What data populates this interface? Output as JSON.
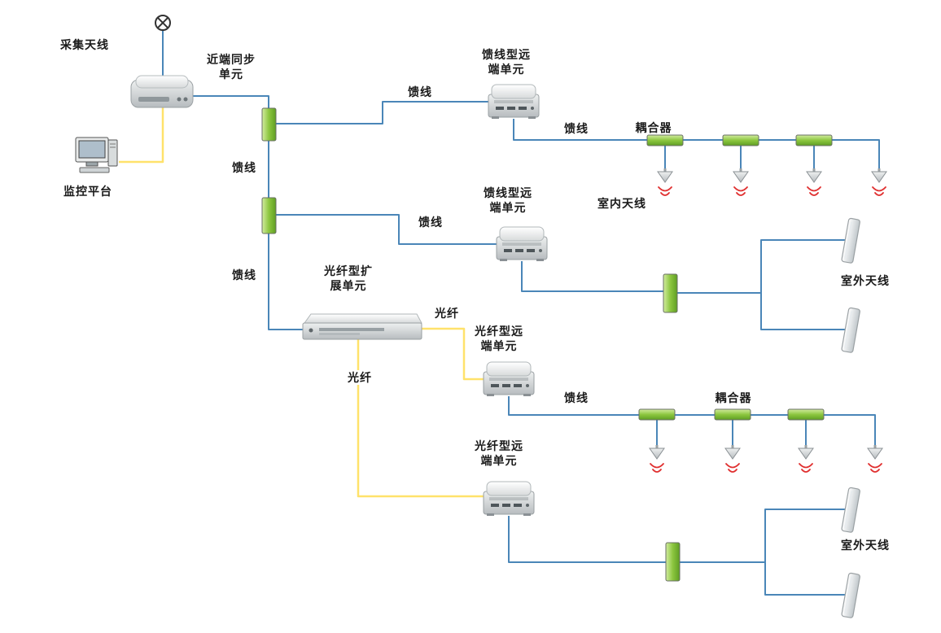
{
  "diagram": {
    "labels": {
      "collect_antenna": "采集天线",
      "near_end_sync_unit": "近端同步\n单元",
      "monitor_platform": "监控平台",
      "feeder": "馈线",
      "fiber": "光纤",
      "feeder_remote_unit": "馈线型远\n端单元",
      "fiber_remote_unit": "光纤型远\n端单元",
      "fiber_expansion_unit": "光纤型扩\n展单元",
      "coupler": "耦合器",
      "indoor_antenna": "室内天线",
      "outdoor_antenna": "室外天线"
    },
    "colors": {
      "feeder_line": "#4a86b8",
      "fiber_line": "#ffe26b",
      "coupler_green": "#8cc63f",
      "radiation_red": "#e03030"
    }
  }
}
